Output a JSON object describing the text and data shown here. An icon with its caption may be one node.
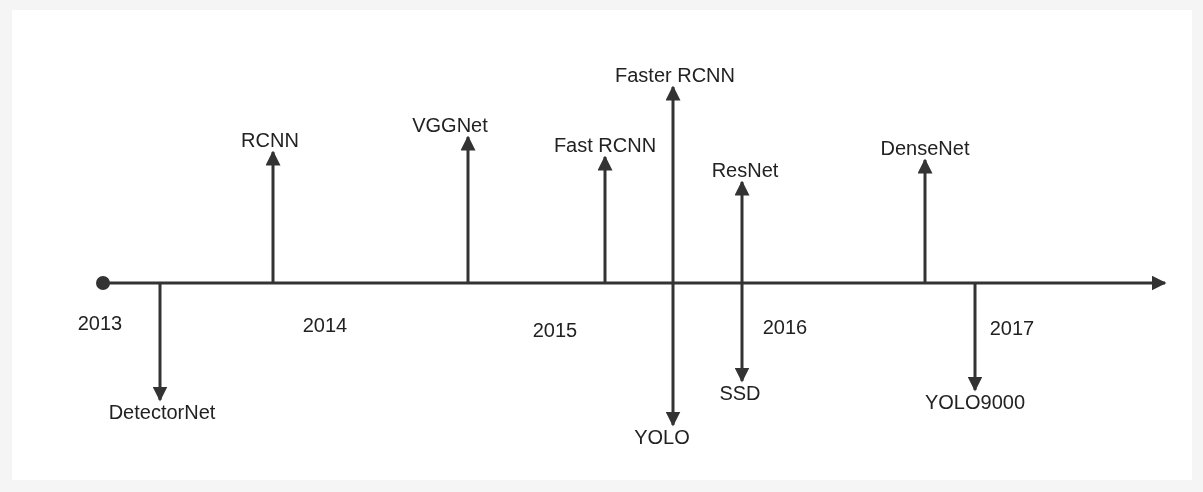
{
  "diagram": {
    "nodes": [
      {
        "text": [
          "RCNN"
        ]
      },
      {
        "text": [
          "VGGNet"
        ]
      },
      {
        "text": [
          "Fast RCNN"
        ]
      },
      {
        "text": [
          "Faster RCNN"
        ]
      },
      {
        "text": [
          "ResNet"
        ]
      },
      {
        "text": [
          "DenseNet"
        ]
      },
      {
        "text": [
          "DetectorNet"
        ]
      },
      {
        "text": [
          "YOLO"
        ]
      },
      {
        "text": [
          "SSD"
        ]
      },
      {
        "text": [
          "YOLO9000"
        ]
      }
    ],
    "edges": [
      {
        "from": null,
        "to": 6,
        "arrow": "to"
      },
      {
        "from": null,
        "to": 0,
        "arrow": "to"
      },
      {
        "from": null,
        "to": 1,
        "arrow": "to"
      },
      {
        "from": null,
        "to": 2,
        "arrow": "to"
      },
      {
        "from": null,
        "to": 3,
        "arrow": "to"
      },
      {
        "from": null,
        "to": 7,
        "arrow": "to"
      },
      {
        "from": null,
        "to": 4,
        "arrow": "to"
      },
      {
        "from": null,
        "to": 8,
        "arrow": "to"
      },
      {
        "from": null,
        "to": 5,
        "arrow": "to"
      },
      {
        "from": null,
        "to": 9,
        "arrow": "to"
      }
    ],
    "labels": [
      "2013",
      "2014",
      "2015",
      "2016",
      "2017"
    ]
  }
}
